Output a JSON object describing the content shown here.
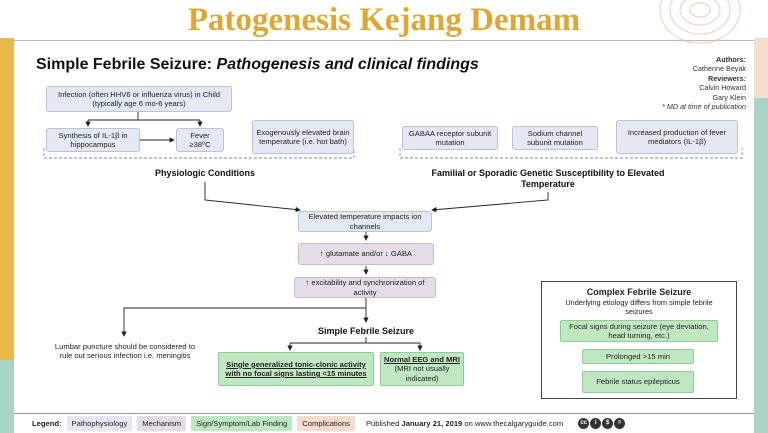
{
  "slide_title": "Patogenesis Kejang Demam",
  "heading": {
    "main": "Simple Febrile Seizure:",
    "sub": "Pathogenesis and clinical findings"
  },
  "authors": {
    "authors_label": "Authors:",
    "author": "Catherine Beyak",
    "reviewers_label": "Reviewers:",
    "reviewer1": "Calvin Howard",
    "reviewer2": "Gary Klein",
    "note": "* MD at time of publication"
  },
  "nodes": {
    "infection": "Infection (often HHV6 or influenza virus) in Child (typically age 6 mo-6 years)",
    "il1b": "Synthesis of IL-1β in hippocampus",
    "fever": "Fever ≥38⁰C",
    "exogenous": "Exogenously elevated brain temperature (i.e. hot bath)",
    "gaba_receptor": "GABAA receptor subunit mutation",
    "sodium_channel": "Sodium channel subunit mutation",
    "fever_mediators": "Increased production of fever mediators (IL-1β)",
    "physiologic": "Physiologic Conditions",
    "genetic": "Familial or Sporadic Genetic Susceptibility to Elevated Temperature",
    "elevated_temp": "Elevated temperature impacts ion channels",
    "glutamate": "↑ glutamate and/or ↓ GABA",
    "excitability": "↑ excitability and synchronization of activity",
    "simple_seizure": "Simple Febrile Seizure",
    "lumbar": "Lumbar puncture should be considered to rule out serious infection i.e. meningitis",
    "single_generalized": "Single generalized tonic-clonic activity with no focal signs lasting <15 minutes",
    "normal_eeg": "Normal EEG and MRI",
    "normal_eeg_note": "(MRI not usually indicated)"
  },
  "complex": {
    "title": "Complex Febrile Seizure",
    "subtitle": "Underlying etiology differs from simple febrile seizures",
    "items": [
      "Focal signs during seizure (eye deviation, head turning, etc.)",
      "Prolonged >15 min",
      "Febrile status epilepticus"
    ]
  },
  "legend": {
    "label": "Legend:",
    "items": [
      "Pathophysiology",
      "Mechanism",
      "Sign/Symptom/Lab Finding",
      "Complications"
    ],
    "published_prefix": "Published",
    "published_date": "January 21, 2019",
    "published_suffix": "on www.thecalgaryguide.com",
    "colors": {
      "pathophysiology": "#e4e8f3",
      "mechanism": "#e4dde8",
      "sign": "#bfe8c2",
      "complications": "#f6dccd"
    }
  }
}
